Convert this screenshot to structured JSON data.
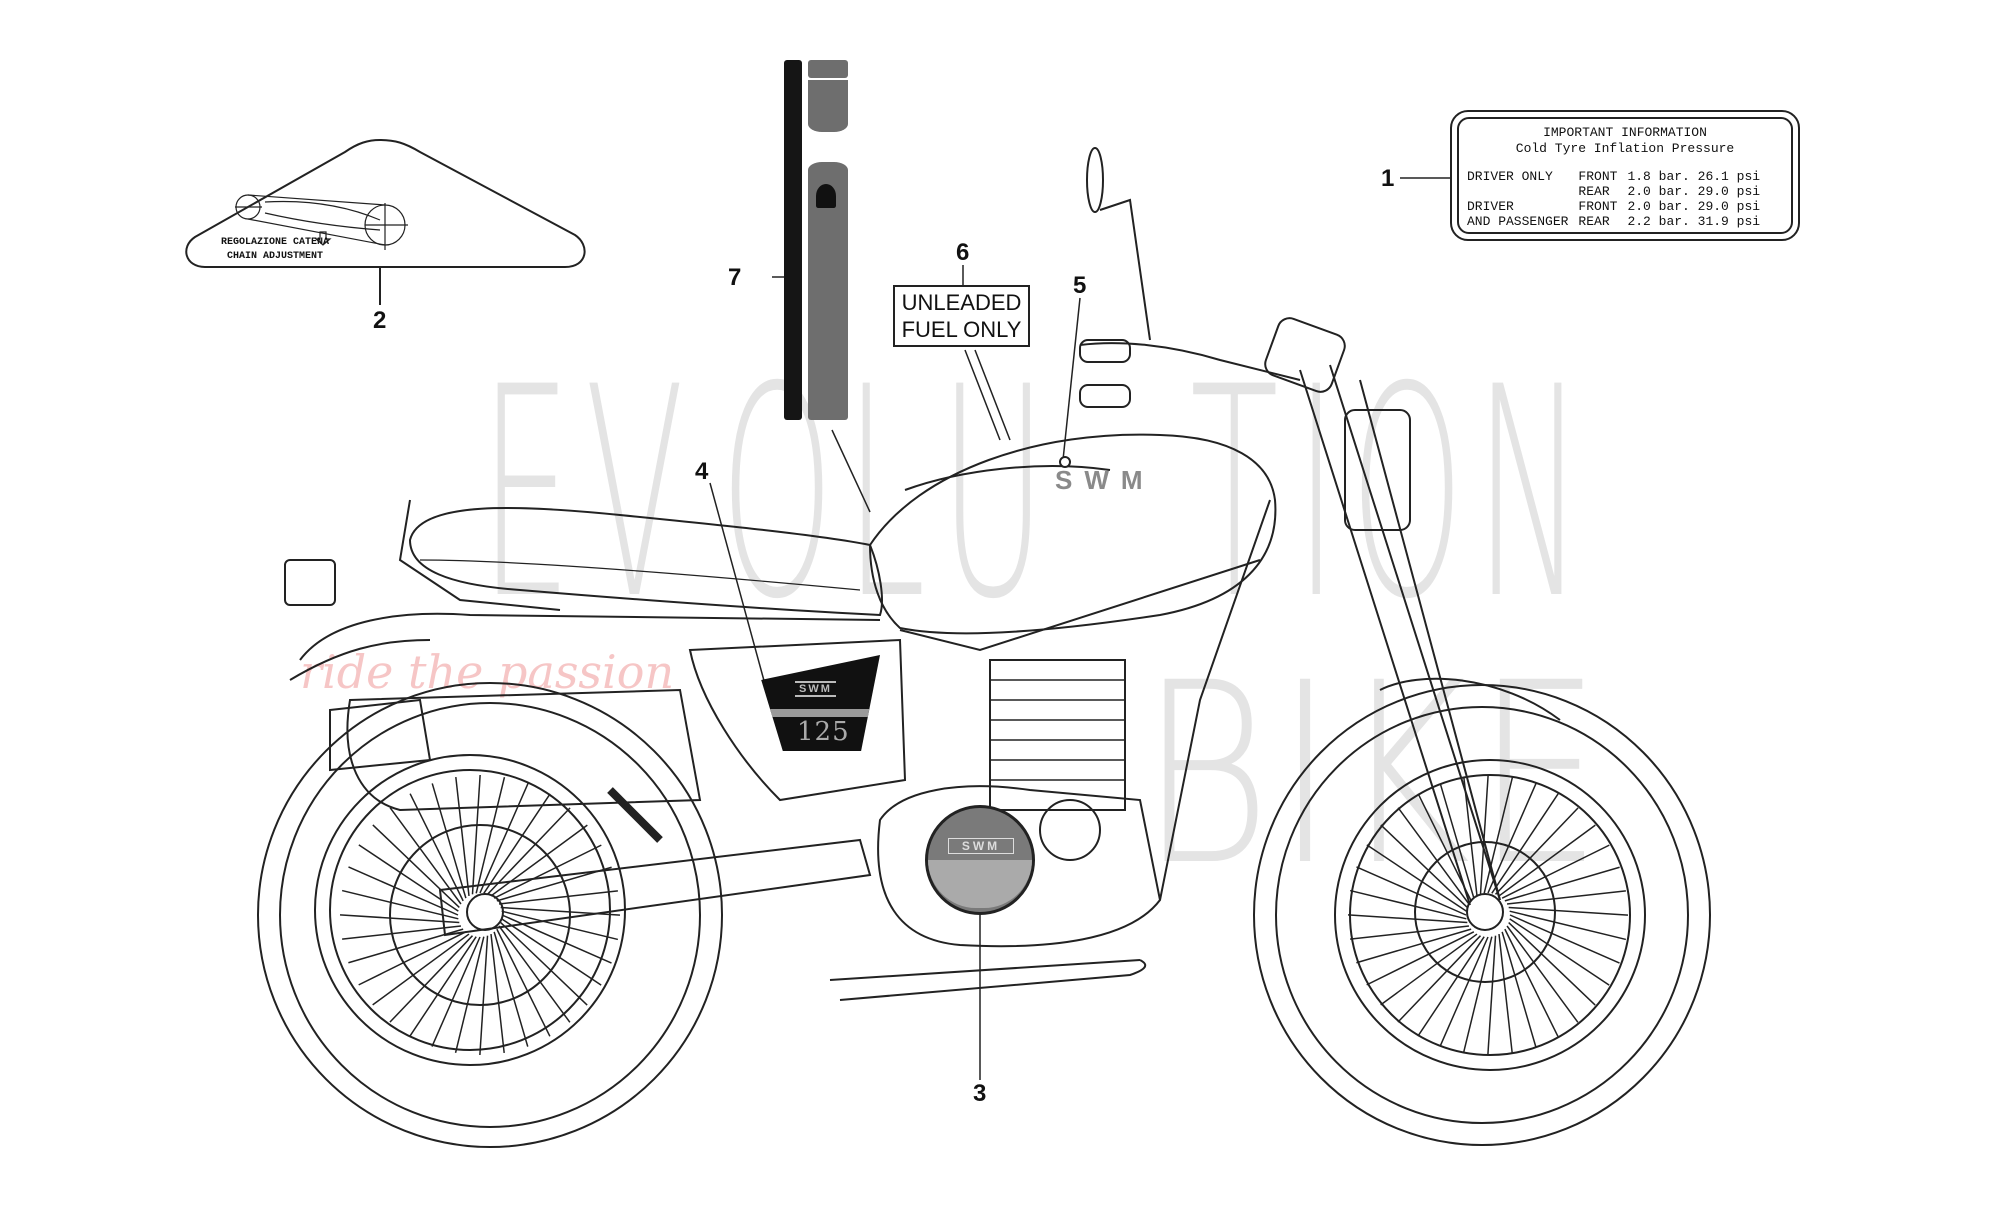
{
  "watermark": {
    "line1": "EVOLUTION",
    "line2": "BIKE",
    "tagline": "ride the passion"
  },
  "callouts": [
    "1",
    "2",
    "3",
    "4",
    "5",
    "6",
    "7"
  ],
  "tyre_label": {
    "title": "IMPORTANT INFORMATION",
    "subtitle": "Cold Tyre Inflation Pressure",
    "rows": [
      [
        "DRIVER ONLY",
        "FRONT",
        "1.8 bar. 26.1 psi"
      ],
      [
        "",
        "REAR",
        "2.0 bar. 29.0 psi"
      ],
      [
        "DRIVER",
        "FRONT",
        "2.0 bar. 29.0 psi"
      ],
      [
        "AND PASSENGER",
        "REAR",
        "2.2 bar. 31.9 psi"
      ]
    ]
  },
  "chain_label": {
    "line1": "REGOLAZIONE CATENA",
    "line2": "CHAIN ADJUSTMENT"
  },
  "fuel_label": {
    "line1": "UNLEADED",
    "line2": "FUEL ONLY"
  },
  "decals": {
    "tank_logo": "SWM",
    "side_panel_logo": "SWM",
    "side_panel_number": "125",
    "engine_cover_logo": "SWM"
  },
  "colors": {
    "line": "#222222",
    "decal_gray": "#6e6e6e",
    "decal_black": "#111111",
    "watermark": "#e4e4e4",
    "watermark_script": "#f6c6c6"
  }
}
